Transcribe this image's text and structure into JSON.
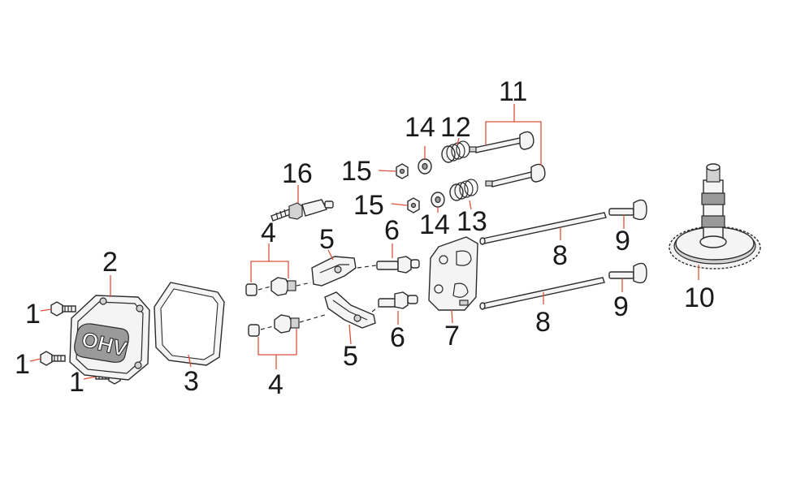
{
  "callouts": {
    "c1a": "1",
    "c1b": "1",
    "c1c": "1",
    "c2": "2",
    "c3": "3",
    "c4a": "4",
    "c4b": "4",
    "c5a": "5",
    "c5b": "5",
    "c6a": "6",
    "c6b": "6",
    "c7": "7",
    "c8a": "8",
    "c8b": "8",
    "c9a": "9",
    "c9b": "9",
    "c10": "10",
    "c11": "11",
    "c12": "12",
    "c13": "13",
    "c14a": "14",
    "c14b": "14",
    "c15a": "15",
    "c15b": "15",
    "c16": "16"
  },
  "cover_logo": "OHV",
  "colors": {
    "leader": "#e0503a",
    "outline": "#2b2b2b",
    "fill": "#f4f4f4"
  }
}
